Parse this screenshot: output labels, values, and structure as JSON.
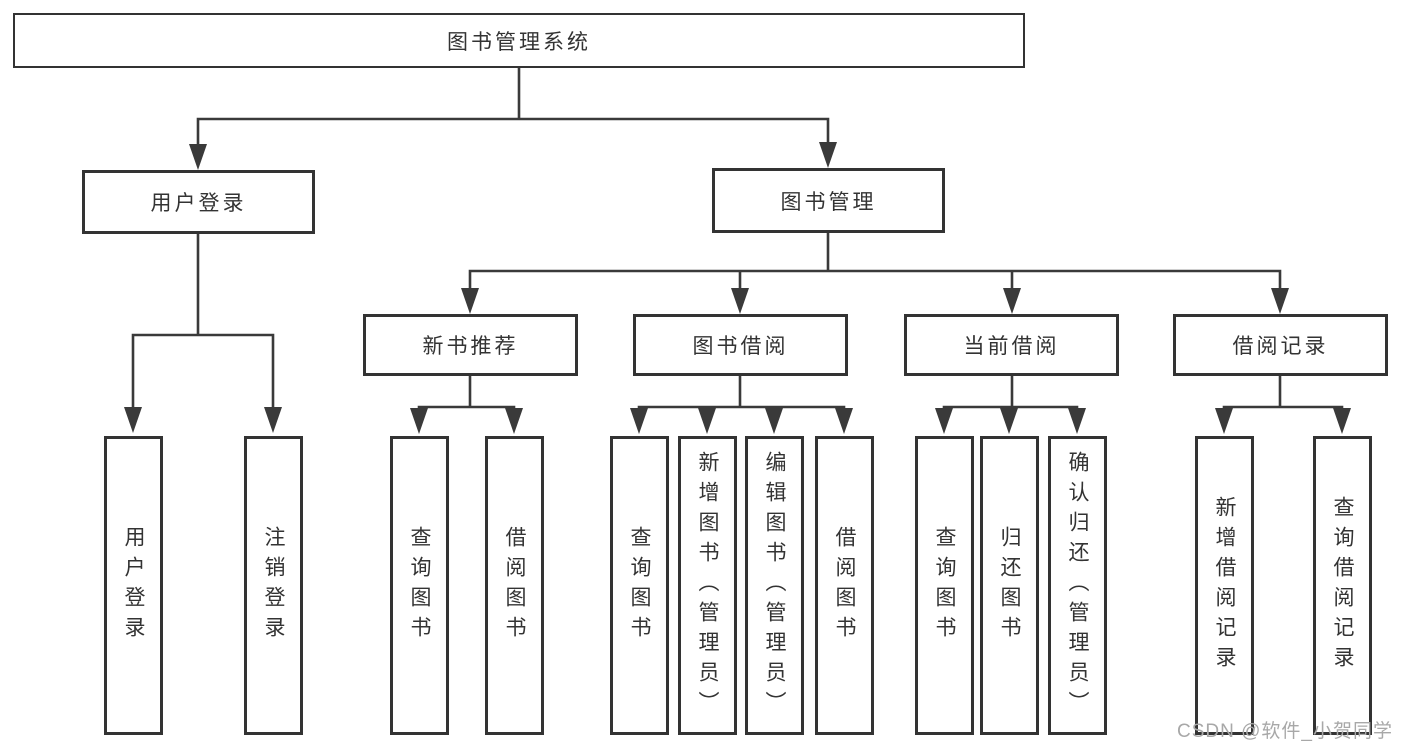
{
  "diagram": {
    "root": "图书管理系统",
    "level2": {
      "user_login": "用户登录",
      "book_mgmt": "图书管理"
    },
    "level3": {
      "new_book": "新书推荐",
      "book_borrow": "图书借阅",
      "current_borrow": "当前借阅",
      "borrow_records": "借阅记录"
    },
    "leaves": {
      "login": [
        "用户登录",
        "注销登录"
      ],
      "new_book": [
        "查询图书",
        "借阅图书"
      ],
      "book_borrow": [
        "查询图书",
        "新增图书（管理员）",
        "编辑图书（管理员）",
        "借阅图书"
      ],
      "current_borrow": [
        "查询图书",
        "归还图书",
        "确认归还（管理员）"
      ],
      "borrow_records": [
        "新增借阅记录",
        "查询借阅记录"
      ]
    }
  },
  "watermark": "CSDN @软件_小贺同学",
  "colors": {
    "line": "#3a3a3a",
    "border": "#333333",
    "text": "#333333",
    "watermark": "#a8a8a8",
    "background": "#ffffff"
  }
}
